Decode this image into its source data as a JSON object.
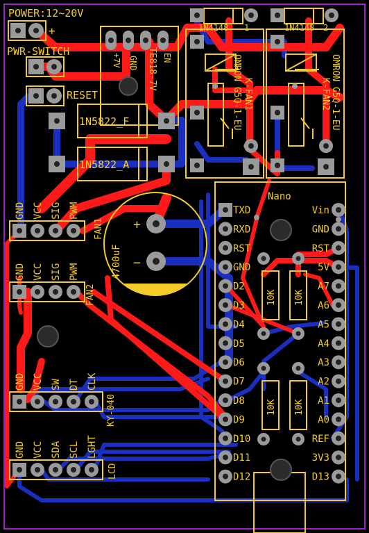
{
  "colors": {
    "board": "#000000",
    "outline": "#a020c8",
    "top_copper": "#ff1a1a",
    "bottom_copper": "#1a2fbe",
    "silkscreen": "#f4cc2a",
    "pad": "#9a9a9a",
    "hole": "#222222"
  },
  "labels": {
    "power": "POWER:12~20V",
    "plus": "+",
    "pwr_switch": "PWR-SWITCH",
    "reset": "RESET",
    "d1": "1N4148",
    "d1_num": "1",
    "d2": "1N4148",
    "d2_num": "2",
    "relay1": "OMRON G5Q-1-EU",
    "relay1_name": "K-FAN1",
    "relay2": "OMRON G5Q-1-EU",
    "relay2_name": "K-FAN2",
    "reg_plus": "+7V",
    "reg_gnd": "GND",
    "reg_en": "EN",
    "reg_name": "TE818-7V",
    "schottky_f": "1N5822_F",
    "schottky_a": "1N5822_A",
    "cap_plus": "+",
    "cap_value": "4700uF",
    "cap_minus": "−",
    "fan1_pins": [
      "GND",
      "VCC",
      "SIG",
      "PWM"
    ],
    "fan1_name": "FAN1",
    "fan2_pins": [
      "GND",
      "VCC",
      "SIG",
      "PWM"
    ],
    "fan2_name": "FAN2",
    "encoder_pins": [
      "GND",
      "VCC",
      "SW",
      "DT",
      "CLK"
    ],
    "encoder_name": "KY-040",
    "lcd_pins": [
      "GND",
      "VCC",
      "SDA",
      "SCL",
      "LGHT"
    ],
    "lcd_name": "LCD",
    "nano_title": "Nano",
    "nano_left": [
      "TXD",
      "RXD",
      "RST",
      "GND",
      "D2",
      "D3",
      "D4",
      "D5",
      "D6",
      "D7",
      "D8",
      "D9",
      "D10",
      "D11",
      "D12"
    ],
    "nano_right": [
      "Vin",
      "GND",
      "RST",
      "5V",
      "A7",
      "A6",
      "A5",
      "A4",
      "A3",
      "A2",
      "A1",
      "A0",
      "REF",
      "3V3",
      "D13"
    ],
    "resistors": [
      "10K",
      "10K",
      "10K",
      "10K"
    ]
  }
}
